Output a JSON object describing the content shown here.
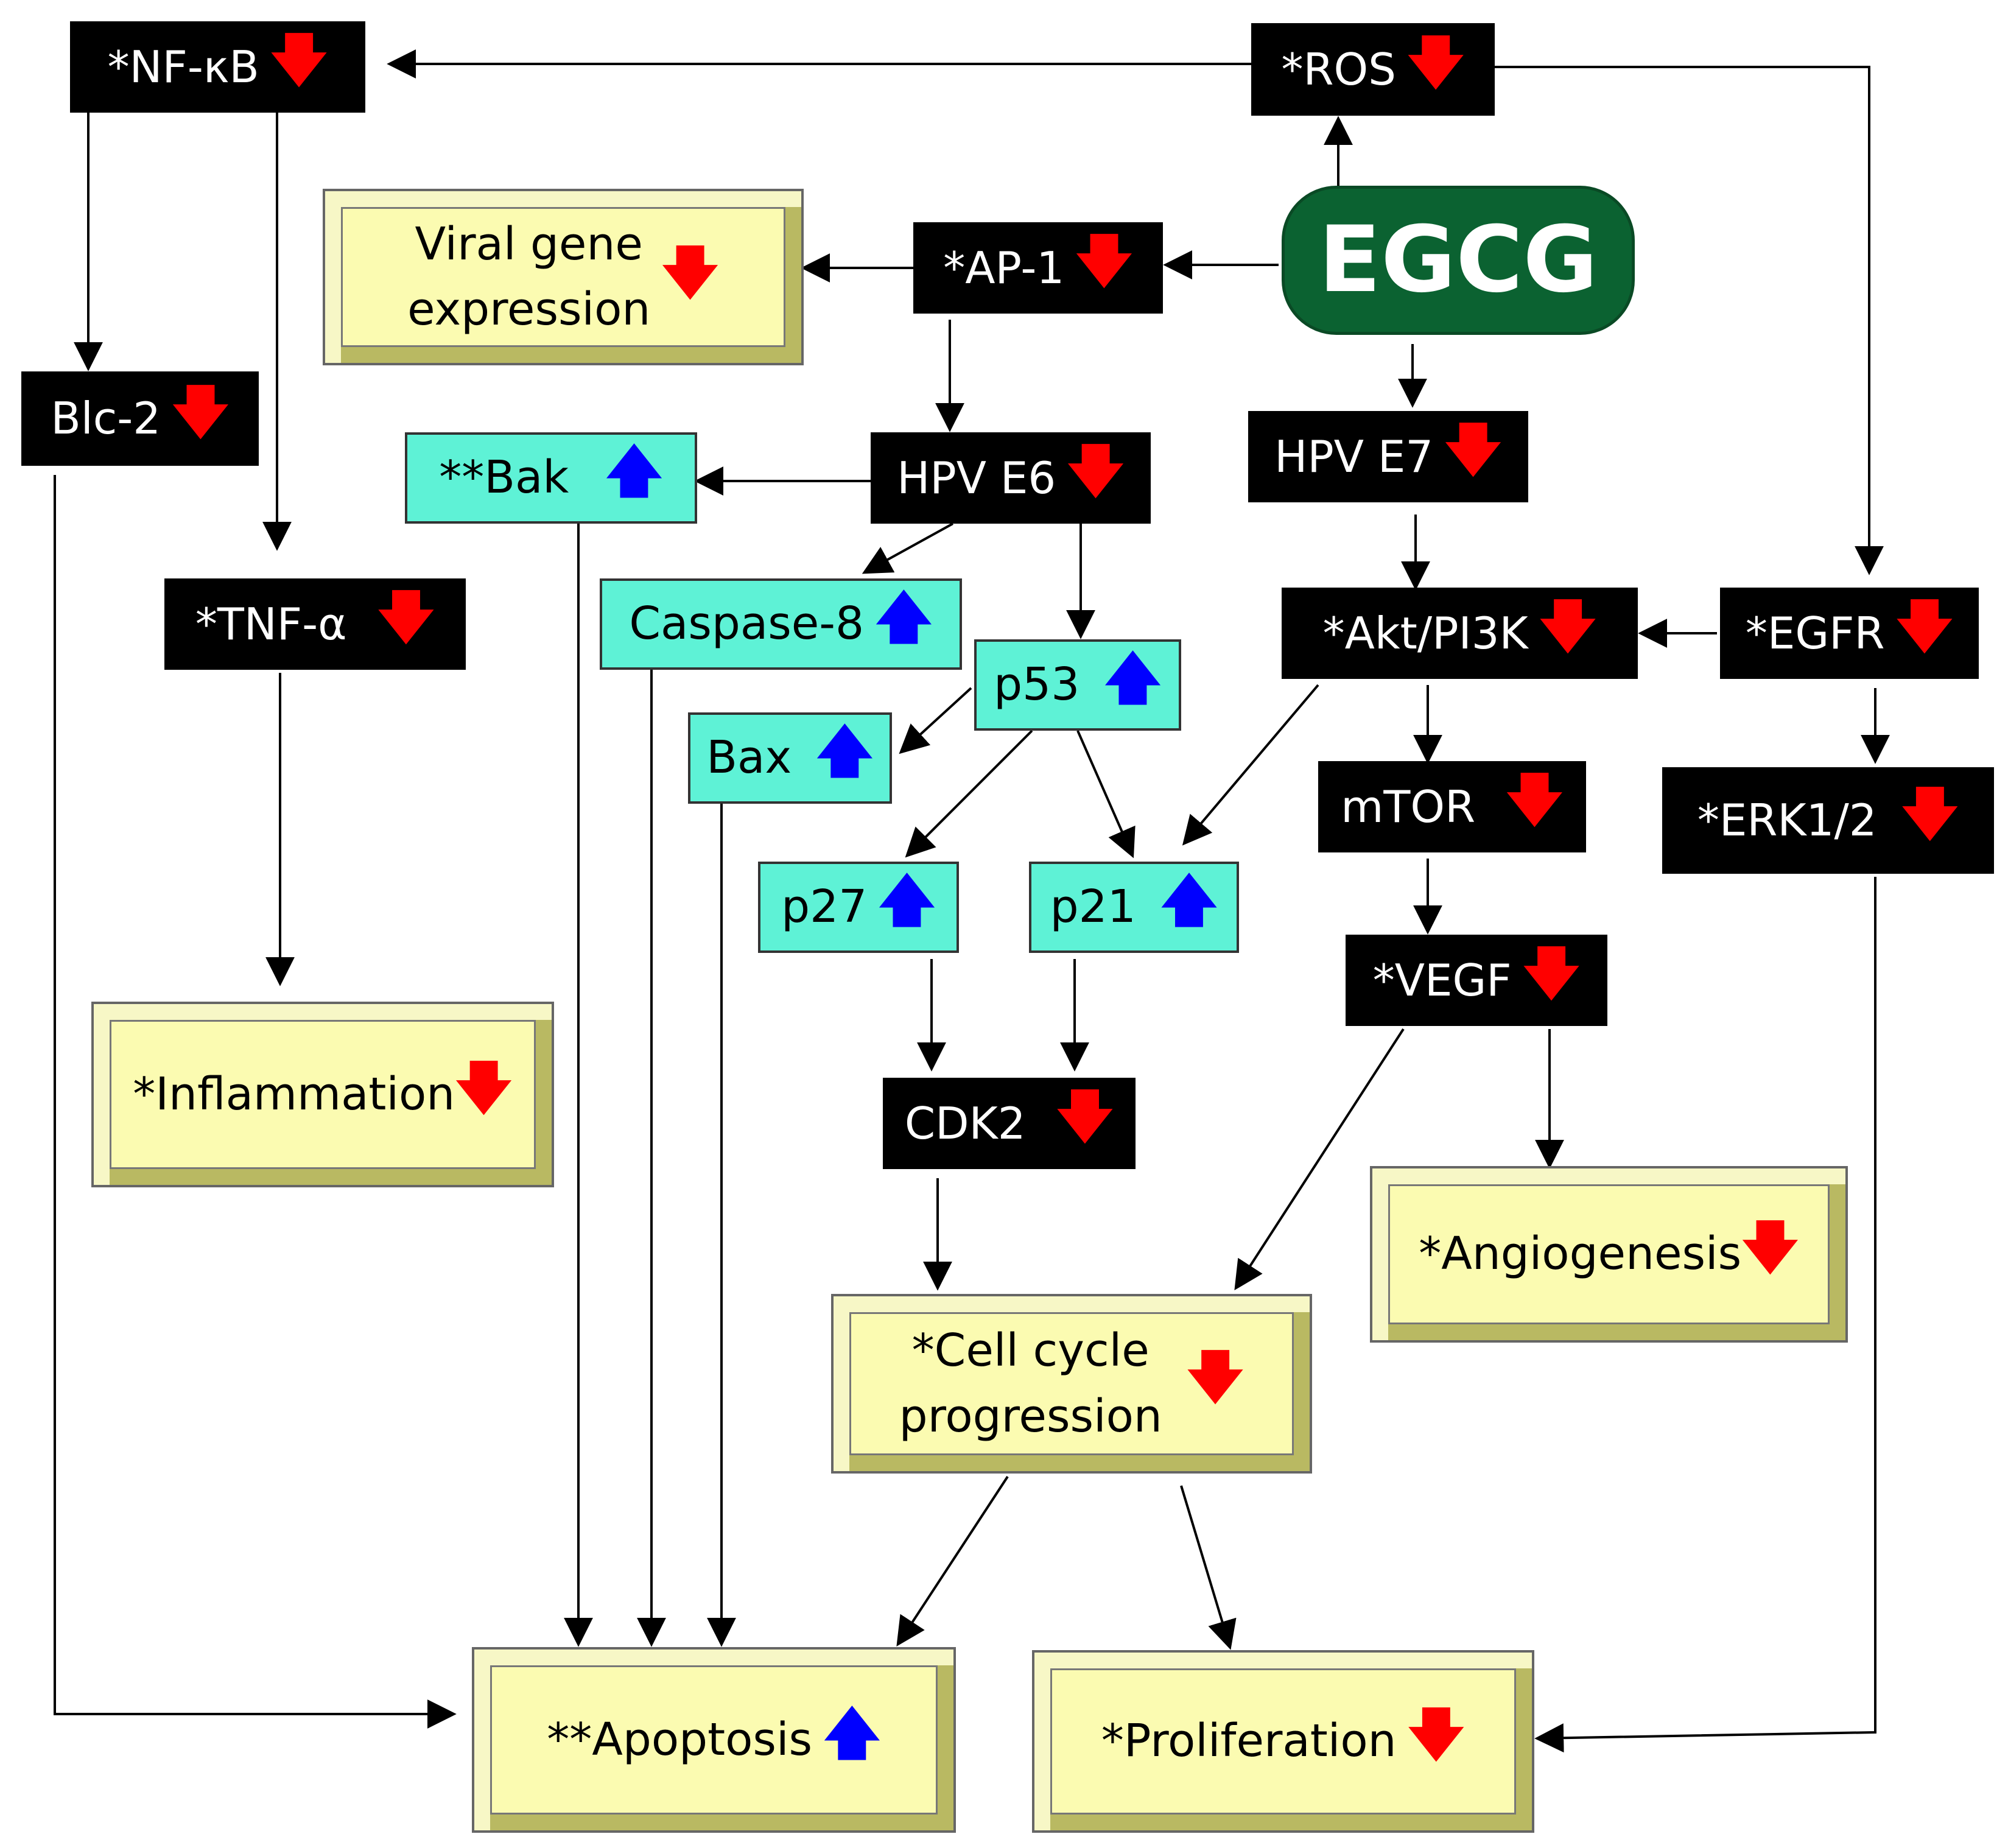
{
  "colors": {
    "black_node": "#000000",
    "cyan_node": "#5ef2d6",
    "yellow_node": "#fbfbb1",
    "egcg_node": "#0b6231",
    "down_arrow": "#ff0000",
    "up_arrow": "#0000ff"
  },
  "nodes": {
    "nfkb": {
      "text": "*NF-κB",
      "dir": "down"
    },
    "ros": {
      "text": "*ROS",
      "dir": "down"
    },
    "viral": {
      "text": "Viral gene\nexpression",
      "dir": "down"
    },
    "ap1": {
      "text": "*AP-1",
      "dir": "down"
    },
    "egcg": {
      "text": "EGCG",
      "dir": ""
    },
    "blc2": {
      "text": "Blc-2",
      "dir": "down"
    },
    "bak": {
      "text": "**Bak",
      "dir": "up"
    },
    "hpve6": {
      "text": "HPV E6",
      "dir": "down"
    },
    "hpve7": {
      "text": "HPV E7",
      "dir": "down"
    },
    "tnfa": {
      "text": "*TNF-α",
      "dir": "down"
    },
    "casp8": {
      "text": "Caspase-8",
      "dir": "up"
    },
    "akt": {
      "text": "*Akt/PI3K",
      "dir": "down"
    },
    "egfr": {
      "text": "*EGFR",
      "dir": "down"
    },
    "p53": {
      "text": "p53",
      "dir": "up"
    },
    "bax": {
      "text": "Bax",
      "dir": "up"
    },
    "mtor": {
      "text": "mTOR",
      "dir": "down"
    },
    "erk": {
      "text": "*ERK1/2",
      "dir": "down"
    },
    "p27": {
      "text": "p27",
      "dir": "up"
    },
    "p21": {
      "text": "p21",
      "dir": "up"
    },
    "vegf": {
      "text": "*VEGF",
      "dir": "down"
    },
    "inflam": {
      "text": "*Inflammation",
      "dir": "down"
    },
    "cdk2": {
      "text": "CDK2",
      "dir": "down"
    },
    "angio": {
      "text": "*Angiogenesis",
      "dir": "down"
    },
    "cellcycle": {
      "text": "*Cell cycle\nprogression",
      "dir": "down"
    },
    "apop": {
      "text": "**Apoptosis",
      "dir": "up"
    },
    "prolif": {
      "text": "*Proliferation",
      "dir": "down"
    }
  },
  "edges": [
    {
      "from": "ros",
      "to": "nfkb"
    },
    {
      "from": "egcg",
      "to": "ros"
    },
    {
      "from": "egcg",
      "to": "ap1"
    },
    {
      "from": "ap1",
      "to": "viral"
    },
    {
      "from": "ap1",
      "to": "hpve6"
    },
    {
      "from": "egcg",
      "to": "hpve7"
    },
    {
      "from": "nfkb",
      "to": "blc2"
    },
    {
      "from": "nfkb",
      "to": "tnfa"
    },
    {
      "from": "ros",
      "to": "egfr"
    },
    {
      "from": "hpve6",
      "to": "bak"
    },
    {
      "from": "hpve6",
      "to": "casp8"
    },
    {
      "from": "hpve6",
      "to": "p53"
    },
    {
      "from": "hpve7",
      "to": "akt"
    },
    {
      "from": "egfr",
      "to": "akt"
    },
    {
      "from": "egfr",
      "to": "erk"
    },
    {
      "from": "akt",
      "to": "mtor"
    },
    {
      "from": "akt",
      "to": "p21"
    },
    {
      "from": "p53",
      "to": "bax"
    },
    {
      "from": "p53",
      "to": "p27"
    },
    {
      "from": "p53",
      "to": "p21"
    },
    {
      "from": "mtor",
      "to": "vegf"
    },
    {
      "from": "tnfa",
      "to": "inflam"
    },
    {
      "from": "p27",
      "to": "cdk2"
    },
    {
      "from": "p21",
      "to": "cdk2"
    },
    {
      "from": "cdk2",
      "to": "cellcycle"
    },
    {
      "from": "vegf",
      "to": "cellcycle"
    },
    {
      "from": "vegf",
      "to": "angio"
    },
    {
      "from": "bak",
      "to": "apop"
    },
    {
      "from": "casp8",
      "to": "apop"
    },
    {
      "from": "bax",
      "to": "apop"
    },
    {
      "from": "blc2",
      "to": "apop"
    },
    {
      "from": "cellcycle",
      "to": "apop"
    },
    {
      "from": "cellcycle",
      "to": "prolif"
    },
    {
      "from": "erk",
      "to": "prolif"
    }
  ]
}
